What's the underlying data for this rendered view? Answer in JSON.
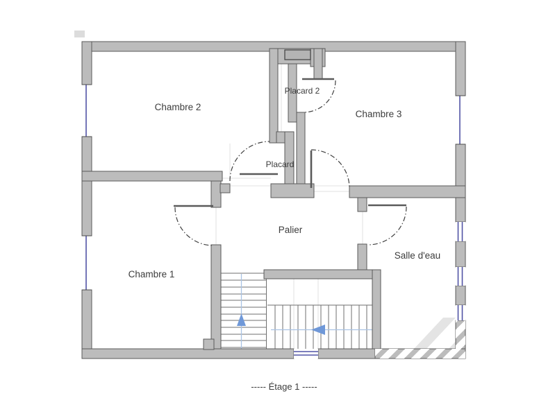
{
  "floorplan": {
    "type": "floor-plan",
    "caption": "-----  Étage 1  -----",
    "rooms": {
      "chambre1": {
        "label": "Chambre 1"
      },
      "chambre2": {
        "label": "Chambre 2"
      },
      "chambre3": {
        "label": "Chambre 3"
      },
      "placard": {
        "label": "Placard"
      },
      "placard2": {
        "label": "Placard 2"
      },
      "palier": {
        "label": "Palier"
      },
      "salle_deau": {
        "label": "Salle d'eau"
      }
    },
    "stairs": {
      "up_arrow_direction": "up",
      "side_arrow_direction": "left"
    },
    "colors": {
      "wall_fill": "#bcbcbc",
      "wall_outline": "#5a5a5a",
      "window_blue": "#5153a5",
      "arrow_blue": "#6f98d8",
      "stair_guide_blue": "#a9c3e4",
      "door_arc": "#3f3f3f",
      "label_text": "#3c3c3c",
      "watermark_gray": "#e4e4e4"
    }
  }
}
